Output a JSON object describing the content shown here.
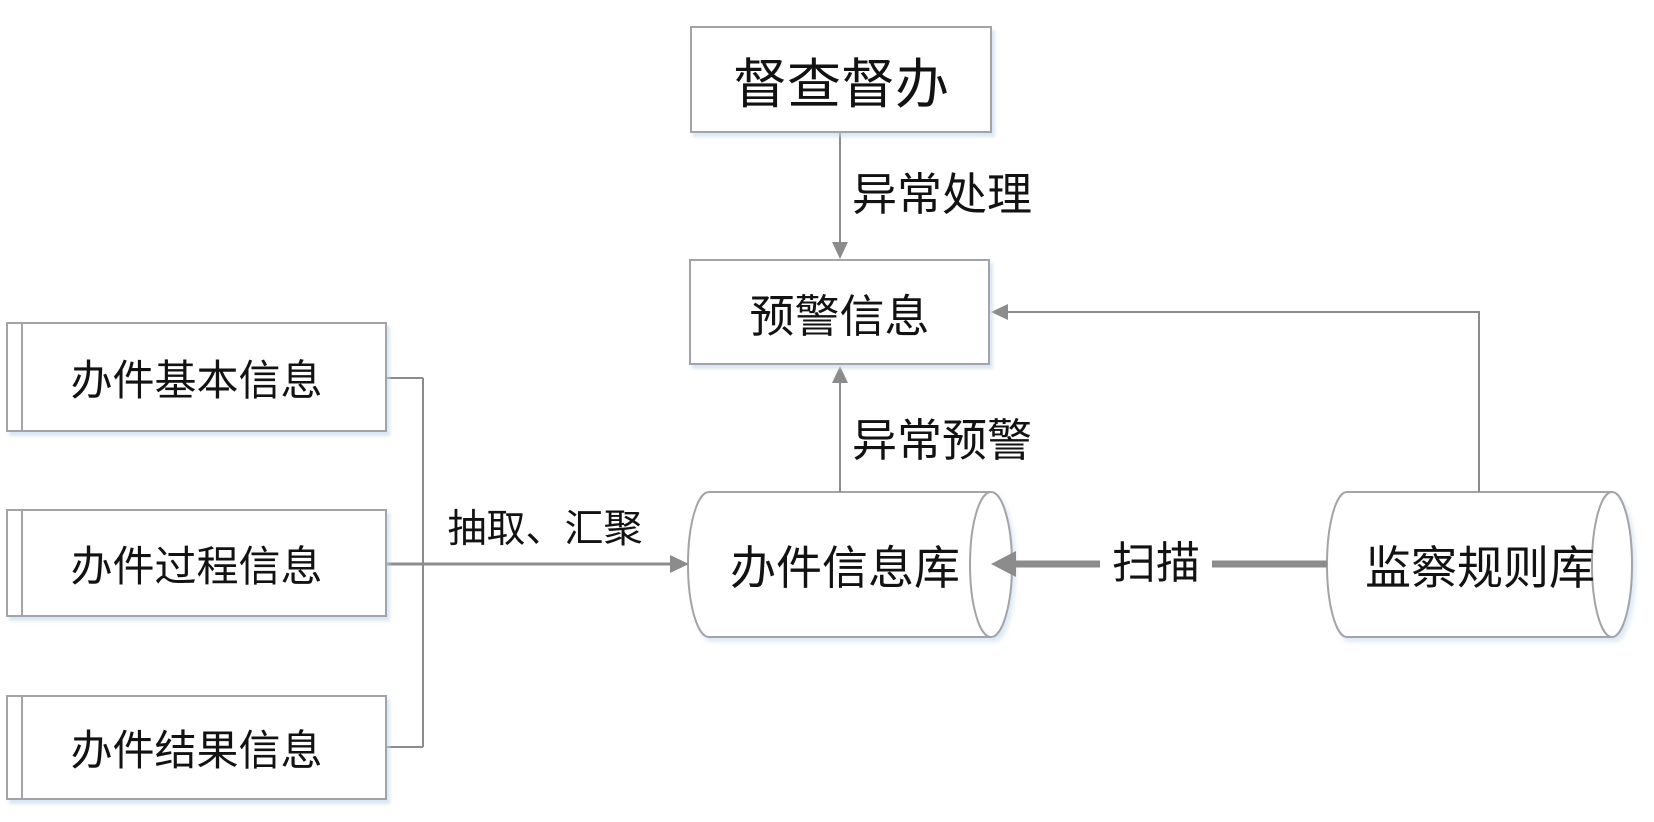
{
  "nodes": {
    "supervision": {
      "label": "督查督办",
      "shape": "rectangle"
    },
    "warning_info": {
      "label": "预警信息",
      "shape": "rectangle"
    },
    "case_basic_info": {
      "label": "办件基本信息",
      "shape": "rectangle"
    },
    "case_process_info": {
      "label": "办件过程信息",
      "shape": "rectangle"
    },
    "case_result_info": {
      "label": "办件结果信息",
      "shape": "rectangle"
    },
    "case_info_db": {
      "label": "办件信息库",
      "shape": "cylinder"
    },
    "inspection_rule_db": {
      "label": "监察规则库",
      "shape": "cylinder"
    }
  },
  "edges": {
    "exception_handling": {
      "label": "异常处理",
      "from": "supervision",
      "to": "warning_info"
    },
    "exception_warning": {
      "label": "异常预警",
      "from": "case_info_db",
      "to": "warning_info"
    },
    "extract_aggregate": {
      "label": "抽取、汇聚",
      "from": "case_basic_info / case_process_info / case_result_info",
      "to": "case_info_db"
    },
    "scan": {
      "label": "扫描",
      "from": "inspection_rule_db",
      "to": "case_info_db"
    },
    "rule_feedback": {
      "label": "",
      "from": "inspection_rule_db",
      "to": "warning_info"
    }
  },
  "colors": {
    "background": "#ffffff",
    "shape_border": "#a3a3a8",
    "connector": "#8c8c8c",
    "text": "#121212",
    "shadow": "#bcd4ec"
  }
}
